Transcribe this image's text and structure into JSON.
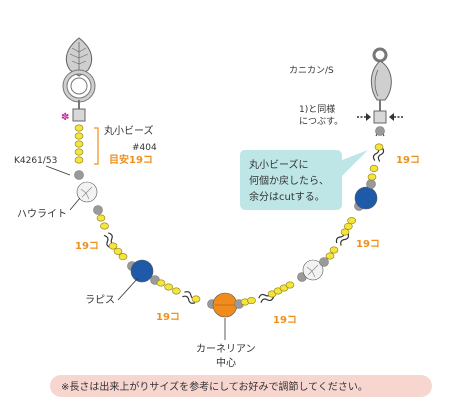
{
  "labels": {
    "clasp": "カニカン/S",
    "same_as_1_line1": "1)と同様",
    "same_as_1_line2": "につぶす。",
    "seed_bead_line1": "丸小ビーズ",
    "seed_bead_line2": "#404",
    "seed_bead_guide": "目安19コ",
    "part_number": "K4261/53",
    "howlite": "ハウライト",
    "lapis": "ラピス",
    "carnelian_line1": "カーネリアン",
    "carnelian_line2": "中心"
  },
  "counts": {
    "left_upper": "19コ",
    "left_lower": "19コ",
    "right_top": "19コ",
    "right_middle": "19コ",
    "right_lower": "19コ"
  },
  "bubble": {
    "line1": "丸小ビーズに",
    "line2": "何個か戻したら、",
    "line3": "余分はcutする。"
  },
  "footer_note": "※長さは出来上がりサイズを参考にしてお好みで調節してください。",
  "marker_symbol": "✽",
  "colors": {
    "seed_bead": "#f5e43a",
    "seed_bead_stroke": "#8a7a10",
    "spacer": "#9a9a9a",
    "lapis": "#1e5aa8",
    "carnelian": "#f08c1e",
    "howlite": "#f2f2f2",
    "accent": "#f0901c",
    "bubble_fill": "#bfe6e6",
    "note_fill": "#f7d6d0",
    "marker": "#c8309a"
  }
}
